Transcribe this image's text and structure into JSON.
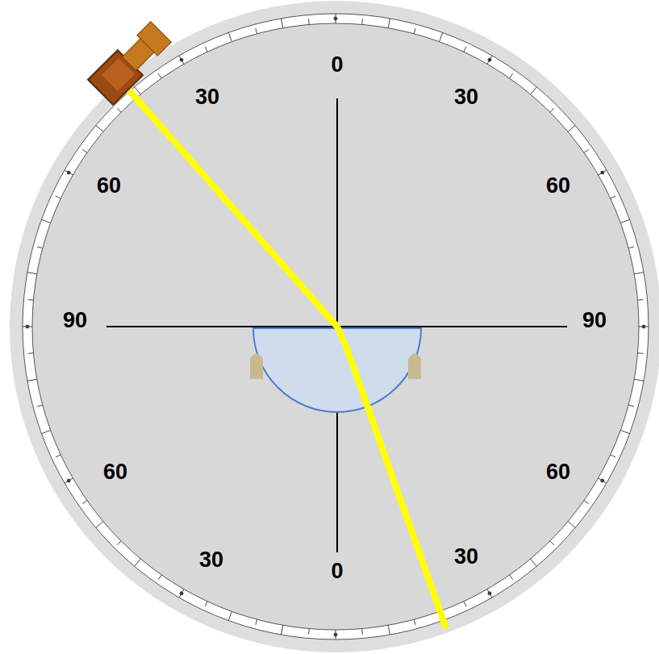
{
  "diagram": {
    "labels": [
      "0",
      "30",
      "30",
      "60",
      "60",
      "90",
      "90",
      "60",
      "60",
      "30",
      "0",
      "30"
    ]
  }
}
